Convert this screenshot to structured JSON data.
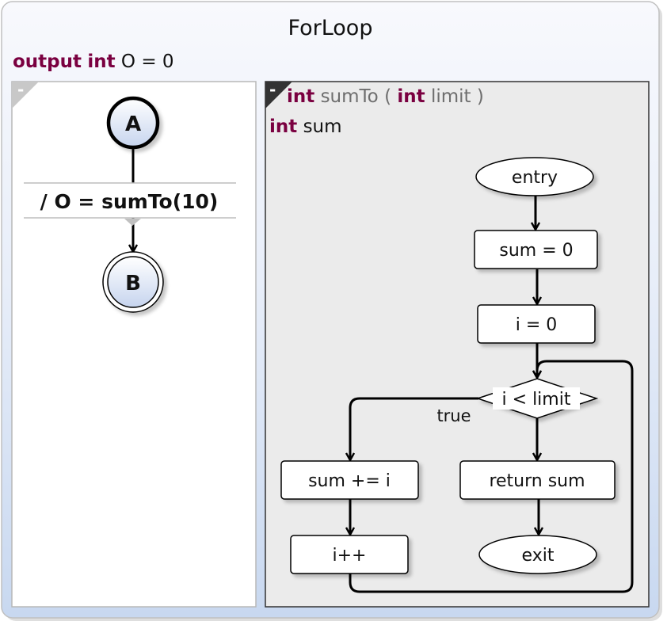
{
  "statechart": {
    "title": "ForLoop",
    "output_decl": {
      "kw_output": "output",
      "kw_type": "int",
      "rest": "O = 0"
    }
  },
  "left_region": {
    "collapse_marker": "-",
    "state_a": "A",
    "state_b": "B",
    "transition_label": "/ O = sumTo(10)"
  },
  "right_region": {
    "collapse_marker": "-",
    "signature": {
      "return_type": "int",
      "name": "sumTo (",
      "param_type": "int",
      "param_rest": "limit )"
    },
    "local_decl": {
      "kw_type": "int",
      "rest": "sum"
    },
    "nodes": {
      "entry": "entry",
      "sum_init": "sum = 0",
      "i_init": "i = 0",
      "condition": "i < limit",
      "true_label": "true",
      "sum_add": "sum += i",
      "increment": "i++",
      "return_sum": "return sum",
      "exit": "exit"
    }
  },
  "colors": {
    "keyword": "#7a0040",
    "gradient_top": "#f8f9fd",
    "gradient_bottom": "#c8d8f0",
    "region_right_bg": "#ebebeb",
    "state_fill_top": "#ffffff",
    "state_fill_bottom": "#c6d4ee"
  }
}
